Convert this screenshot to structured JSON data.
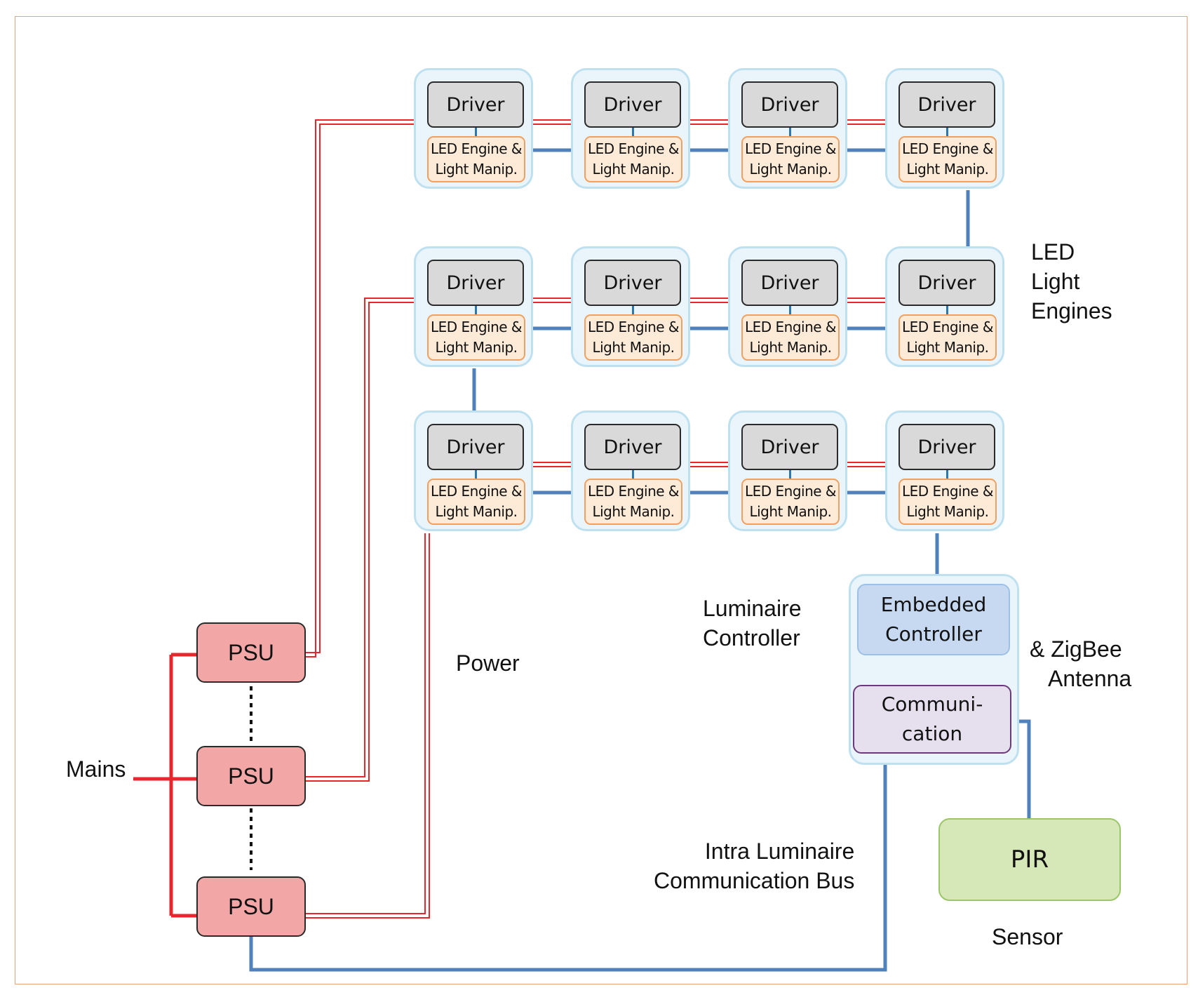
{
  "diagram": {
    "unit_driver_label": "Driver",
    "unit_led_line1": "LED Engine &",
    "unit_led_line2": "Light Manip.",
    "rows": [
      {
        "units": 4
      },
      {
        "units": 4
      },
      {
        "units": 4
      }
    ],
    "psu_label": "PSU",
    "psu_count": 3,
    "labels": {
      "led_engines_line1": "LED",
      "led_engines_line2": "Light",
      "led_engines_line3": "Engines",
      "power": "Power",
      "mains": "Mains",
      "luminaire_controller_line1": "Luminaire",
      "luminaire_controller_line2": "Controller",
      "zigbee_line1": "& ZigBee",
      "zigbee_line2": "Antenna",
      "bus_line1": "Intra Luminaire",
      "bus_line2": "Communication Bus",
      "sensor": "Sensor"
    },
    "controller": {
      "embedded_line1": "Embedded",
      "embedded_line2": "Controller",
      "comm_line1": "Communi-",
      "comm_line2": "cation"
    },
    "pir_label": "PIR",
    "colors": {
      "power_wire": "#e8262b",
      "comm_wire": "#4f81bd",
      "psu_fill": "#f2a6a6",
      "driver_fill": "#d9d9d9",
      "led_fill": "#fdebd8",
      "unit_fill": "#eaf5fb",
      "embedded_fill": "#c6d9f1",
      "comm_fill": "#e6e0ee",
      "pir_fill": "#d6e7b8"
    }
  }
}
